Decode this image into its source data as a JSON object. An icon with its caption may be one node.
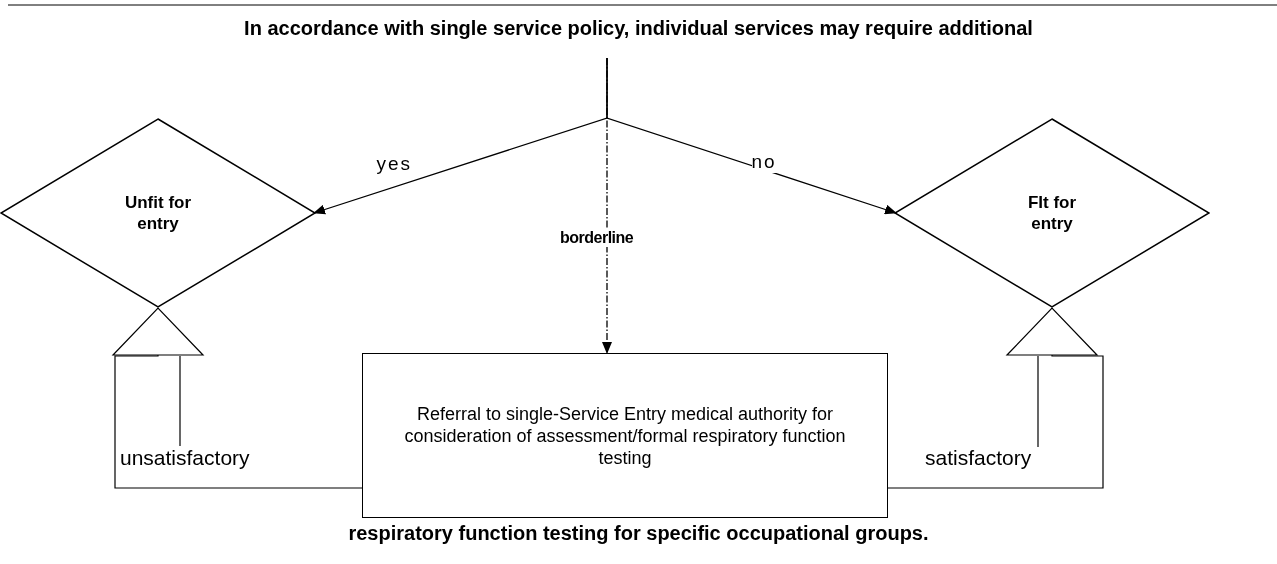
{
  "diagram": {
    "title": "In accordance with single service policy, individual services may require additional",
    "caption": "respiratory function testing for specific occupational groups.",
    "nodes": [
      {
        "text": [
          "Unfit for entry"
        ]
      },
      {
        "text": [
          "FIt for entry"
        ]
      },
      {
        "text": [
          "Referral to single-Service Entry medical authority for consideration of assessment/formal respiratory function testing"
        ]
      }
    ],
    "edges": [
      {
        "from": null,
        "to": 0,
        "arrow": "to",
        "label": "yes"
      },
      {
        "from": null,
        "to": 1,
        "arrow": "to",
        "label": "no"
      },
      {
        "from": null,
        "to": 2,
        "arrow": "to",
        "label": "borderline",
        "style": "dashed"
      },
      {
        "from": 2,
        "to": 0,
        "arrow": "to",
        "label": "unsatisfactory"
      },
      {
        "from": 2,
        "to": 1,
        "arrow": "to",
        "label": "satisfactory"
      }
    ]
  }
}
